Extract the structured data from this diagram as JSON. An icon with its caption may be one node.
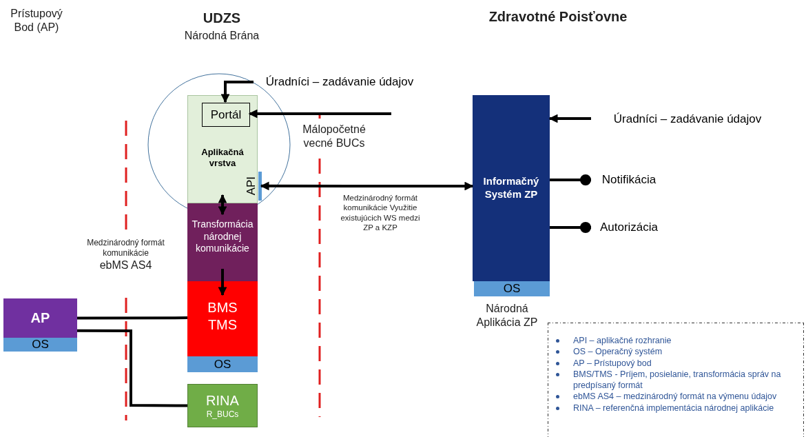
{
  "diagram": {
    "title": "UDZS",
    "nodes": [
      {
        "text": [
          "Aplikačná vrstva"
        ]
      },
      {
        "text": [
          "Portál"
        ],
        "in": 0
      },
      {
        "text": [
          "API"
        ],
        "in": 0
      },
      {
        "text": [
          "Transformácia národnej komunikácie"
        ]
      },
      {
        "text": [
          "BMS TMS"
        ]
      },
      {
        "text": [
          "OS"
        ]
      },
      {
        "text": [
          "RINA",
          "R_BUCs"
        ]
      },
      {
        "text": [
          "AP"
        ]
      },
      {
        "text": [
          "OS"
        ]
      },
      {
        "text": [
          "Informačný Systém ZP"
        ]
      },
      {
        "text": [
          "OS"
        ]
      },
      {
        "text": [
          "Úradníci – zadávanie údajov"
        ]
      },
      {
        "text": [
          "Úradníci – zadávanie údajov"
        ]
      },
      {
        "text": [
          "Notifikácia"
        ]
      },
      {
        "text": [
          "Autorizácia"
        ]
      }
    ],
    "edges": [
      {
        "from": 11,
        "to": 1,
        "arrow": "to"
      },
      {
        "from": null,
        "to": 1,
        "arrow": "to"
      },
      {
        "from": 2,
        "to": 9,
        "arrow": "both"
      },
      {
        "from": 0,
        "to": 3,
        "arrow": "both"
      },
      {
        "from": 3,
        "to": 4,
        "arrow": "to"
      },
      {
        "from": 7,
        "to": 4,
        "arrow": "none"
      },
      {
        "from": 7,
        "to": 6,
        "arrow": "none"
      },
      {
        "from": 12,
        "to": 9,
        "arrow": "to"
      },
      {
        "from": 9,
        "to": 13,
        "arrow": "other"
      },
      {
        "from": 9,
        "to": 14,
        "arrow": "other"
      }
    ],
    "labels": [
      "Prístupový Bod (AP)",
      "Národná Brána",
      "Zdravotné Poisťovne",
      "Málopočetné vecné BUCs",
      "Medzinárodný formát komunikácie",
      "ebMS AS4",
      "Medzinárodný formát komunikácie Využitie existujúcich WS medzi ZP a KZP",
      "Národná Aplikácia ZP",
      "API – aplikačné rozhranie",
      "OS – Operačný systém",
      "AP – Prístupový bod",
      "BMS/TMS - Príjem, posielanie, transformácia správ na predpísaný formát",
      "ebMS AS4 – medzinárodný formát na výmenu údajov",
      "RINA – referenčná implementácia národnej aplikácie"
    ]
  }
}
